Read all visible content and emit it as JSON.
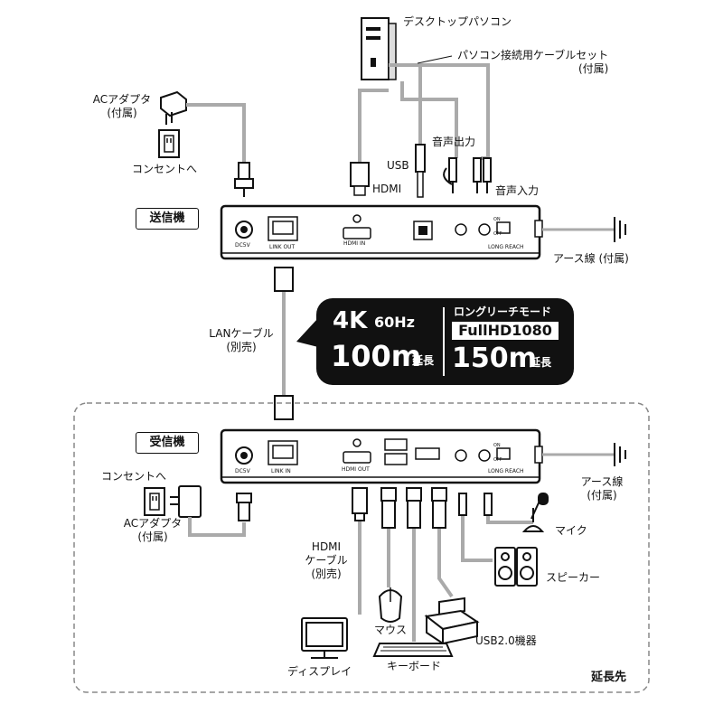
{
  "sender": {
    "box_label": "送信機",
    "desktop_pc": "デスクトップパソコン",
    "cable_set_line1": "パソコン接続用ケーブルセット",
    "cable_set_line2": "(付属)",
    "ac_adapter_line1": "ACアダプタ",
    "ac_adapter_line2": "(付属)",
    "outlet": "コンセントへ",
    "usb": "USB",
    "hdmi": "HDMI",
    "audio_out": "音声出力",
    "audio_in": "音声入力",
    "earth": "アース線 (付属)",
    "port_dc": "DC5V",
    "port_link": "LINK OUT",
    "port_hdmi": "HDMI IN",
    "switch_on": "ON",
    "switch_off": "OFF",
    "long_reach": "LONG REACH"
  },
  "lan_cable_line1": "LANケーブル",
  "lan_cable_line2": "(別売)",
  "spec_badge": {
    "res": "4K",
    "hz": "60Hz",
    "dist1": "100m",
    "ext1": "延長",
    "mode_label": "ロングリーチモード",
    "full_hd": "FullHD1080",
    "dist2": "150m",
    "ext2": "延長"
  },
  "receiver": {
    "box_label": "受信機",
    "outlet": "コンセントへ",
    "ac_adapter_line1": "ACアダプタ",
    "ac_adapter_line2": "(付属)",
    "earth_line1": "アース線",
    "earth_line2": "(付属)",
    "hdmi_cable_line1": "HDMI",
    "hdmi_cable_line2": "ケーブル",
    "hdmi_cable_line3": "(別売)",
    "mic": "マイク",
    "speaker": "スピーカー",
    "mouse": "マウス",
    "usb2_device": "USB2.0機器",
    "display": "ディスプレイ",
    "keyboard": "キーボード",
    "extension_area": "延長先",
    "port_dc": "DC5V",
    "port_link": "LINK IN",
    "port_hdmi": "HDMI OUT",
    "switch_on": "ON",
    "switch_off": "OFF",
    "long_reach": "LONG REACH"
  }
}
